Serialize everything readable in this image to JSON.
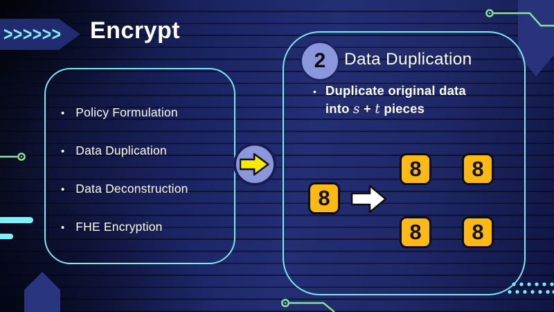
{
  "slide": {
    "title": "Encrypt",
    "chevrons": ">>>>>>",
    "bullet_char": "•"
  },
  "left_panel": {
    "items": [
      "Policy Formulation",
      "Data Duplication",
      "Data Deconstruction",
      "FHE Encryption"
    ]
  },
  "right_panel": {
    "step_number": "2",
    "title": "Data Duplication",
    "bullet": {
      "line1": "Duplicate original data",
      "line2_prefix": "into",
      "var_s": "s",
      "operator": "+",
      "var_t": "t",
      "line2_suffix": "pieces"
    }
  },
  "diagram": {
    "source_value": "8",
    "copies": [
      "8",
      "8",
      "8",
      "8"
    ]
  },
  "colors": {
    "accent_cyan": "#7de9f3",
    "circuit_green": "#8be89a",
    "box_yellow": "#ffb915",
    "arrow_yellow": "#f8ea00",
    "badge_fill": "#8c96da"
  }
}
